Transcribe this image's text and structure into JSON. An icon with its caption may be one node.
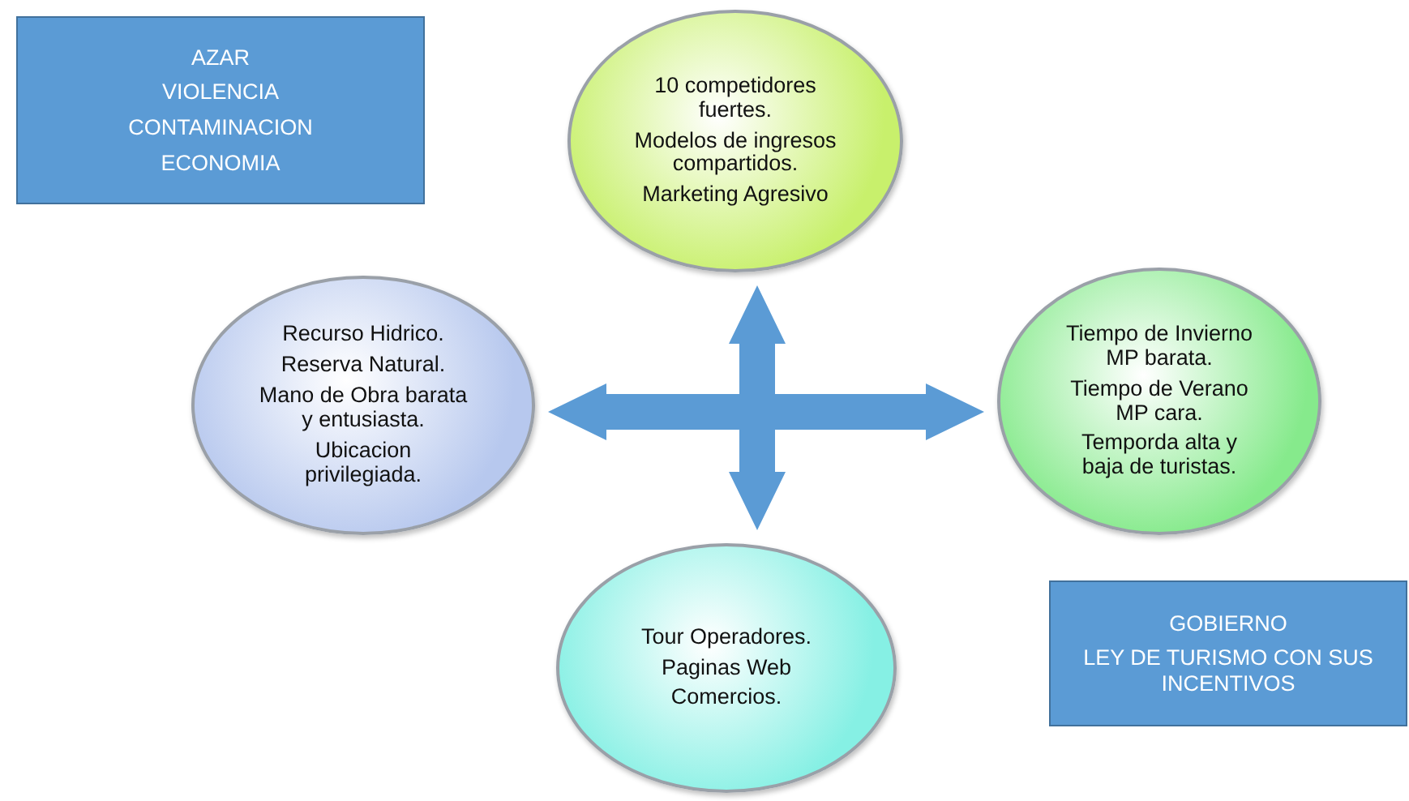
{
  "diagram": {
    "nodes": [
      {
        "text": [
          "AZAR",
          "VIOLENCIA",
          "CONTAMINACION",
          "ECONOMIA"
        ]
      },
      {
        "text": [
          "10 competidores fuertes.",
          "Modelos de ingresos compartidos.",
          "Marketing Agresivo"
        ]
      },
      {
        "text": [
          "Recurso Hidrico.",
          "Reserva Natural.",
          "Mano de Obra barata y entusiasta.",
          "Ubicacion privilegiada."
        ]
      },
      {
        "text": [
          "Tiempo de Invierno MP barata.",
          "Tiempo de Verano MP cara.",
          "Temporda alta y baja de turistas."
        ]
      },
      {
        "text": [
          "Tour Operadores.",
          "Paginas Web",
          "Comercios."
        ]
      },
      {
        "text": [
          "GOBIERNO",
          "LEY DE TURISMO CON SUS INCENTIVOS"
        ]
      }
    ],
    "edges": [
      {
        "from": 4,
        "to": 1,
        "arrow": "both"
      },
      {
        "from": 2,
        "to": 3,
        "arrow": "both"
      }
    ]
  }
}
